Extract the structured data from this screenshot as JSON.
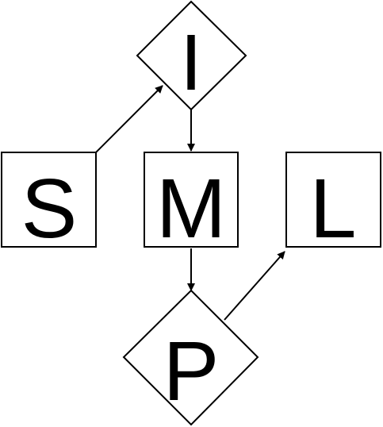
{
  "colors": {
    "stroke": "#000000",
    "fill": "#ffffff",
    "text": "#000000"
  },
  "nodes": {
    "I": {
      "label": "I",
      "shape": "diamond"
    },
    "S": {
      "label": "S",
      "shape": "square"
    },
    "M": {
      "label": "M",
      "shape": "square"
    },
    "L": {
      "label": "L",
      "shape": "square"
    },
    "P": {
      "label": "P",
      "shape": "diamond"
    }
  },
  "edges": [
    {
      "from": "S",
      "to": "I"
    },
    {
      "from": "I",
      "to": "M"
    },
    {
      "from": "M",
      "to": "P"
    },
    {
      "from": "P",
      "to": "L"
    }
  ]
}
